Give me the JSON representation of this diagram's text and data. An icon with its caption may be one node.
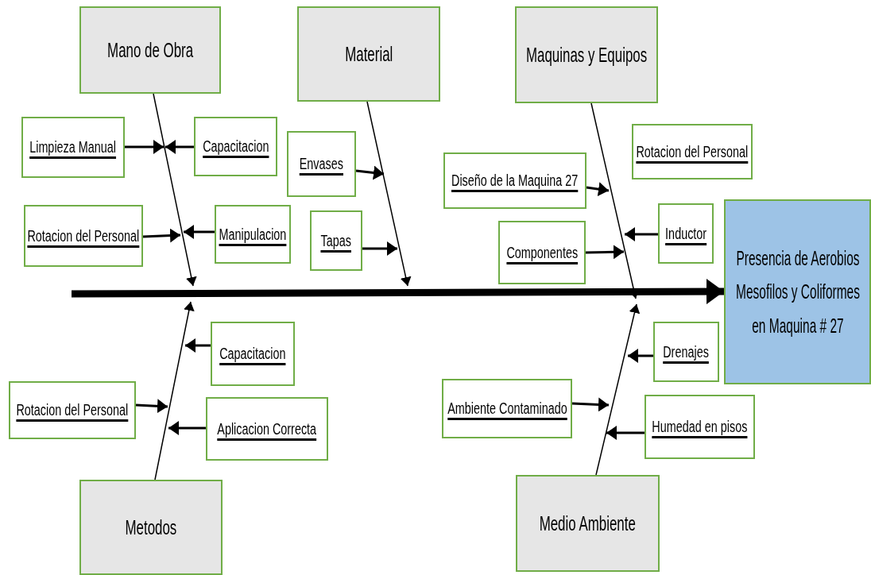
{
  "diagram": {
    "nodes": [
      {
        "text": [
          "Mano de Obra"
        ]
      },
      {
        "text": [
          "Material"
        ]
      },
      {
        "text": [
          "Maquinas y Equipos"
        ]
      },
      {
        "text": [
          "Limpieza Manual"
        ]
      },
      {
        "text": [
          "Capacitacion"
        ]
      },
      {
        "text": [
          "Rotacion del Personal"
        ]
      },
      {
        "text": [
          "Manipulacion"
        ]
      },
      {
        "text": [
          "Envases"
        ]
      },
      {
        "text": [
          "Tapas"
        ]
      },
      {
        "text": [
          "Diseño de la Maquina 27"
        ]
      },
      {
        "text": [
          "Rotacion del Personal"
        ]
      },
      {
        "text": [
          "Componentes"
        ]
      },
      {
        "text": [
          "Inductor"
        ]
      },
      {
        "text": [
          "Presencia de Aerobios Mesofilos y Coliformes en Maquina # 27"
        ]
      },
      {
        "text": [
          "Capacitacion"
        ]
      },
      {
        "text": [
          "Rotacion del Personal"
        ]
      },
      {
        "text": [
          "Aplicacion Correcta"
        ]
      },
      {
        "text": [
          "Ambiente Contaminado"
        ]
      },
      {
        "text": [
          "Drenajes"
        ]
      },
      {
        "text": [
          "Humedad en pisos"
        ]
      },
      {
        "text": [
          "Metodos"
        ]
      },
      {
        "text": [
          "Medio Ambiente"
        ]
      }
    ],
    "edges": [
      {
        "from": null,
        "to": 13,
        "arrow": "to",
        "style": "thick"
      },
      {
        "from": 0,
        "to": null,
        "arrow": "to"
      },
      {
        "from": 1,
        "to": null,
        "arrow": "to"
      },
      {
        "from": 2,
        "to": null,
        "arrow": "to"
      },
      {
        "from": 20,
        "to": null,
        "arrow": "to"
      },
      {
        "from": 21,
        "to": null,
        "arrow": "to"
      },
      {
        "from": 3,
        "to": null,
        "arrow": "to"
      },
      {
        "from": 4,
        "to": null,
        "arrow": "to"
      },
      {
        "from": 5,
        "to": null,
        "arrow": "to"
      },
      {
        "from": 6,
        "to": null,
        "arrow": "to"
      },
      {
        "from": 7,
        "to": null,
        "arrow": "to"
      },
      {
        "from": 8,
        "to": null,
        "arrow": "to"
      },
      {
        "from": 9,
        "to": null,
        "arrow": "to"
      },
      {
        "from": 11,
        "to": null,
        "arrow": "to"
      },
      {
        "from": 12,
        "to": null,
        "arrow": "to"
      },
      {
        "from": 14,
        "to": null,
        "arrow": "to"
      },
      {
        "from": 15,
        "to": null,
        "arrow": "to"
      },
      {
        "from": 16,
        "to": null,
        "arrow": "to"
      },
      {
        "from": 17,
        "to": null,
        "arrow": "to"
      },
      {
        "from": 18,
        "to": null,
        "arrow": "to"
      },
      {
        "from": 19,
        "to": null,
        "arrow": "to"
      }
    ]
  }
}
